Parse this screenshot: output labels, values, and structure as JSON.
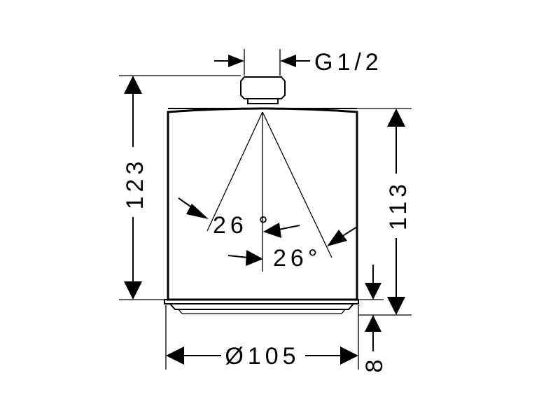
{
  "dimensions": {
    "connector_thread": "G1/2",
    "total_height": "123",
    "body_height": "113",
    "diameter": "Ø105",
    "bottom_offset": "8",
    "spray_angle_left": "26 °",
    "spray_angle_right": "26°"
  },
  "colors": {
    "line": "#000000",
    "background": "#ffffff"
  }
}
